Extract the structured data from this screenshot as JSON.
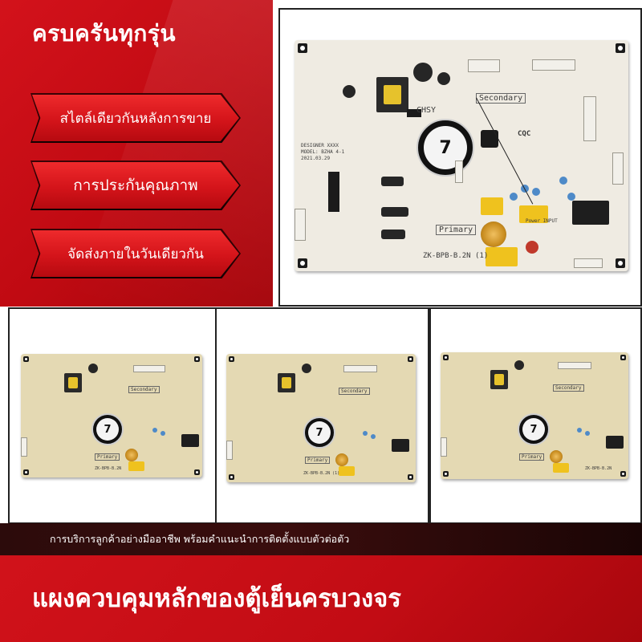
{
  "banner": {
    "title": "ครบครันทุกรุ่น",
    "features": [
      {
        "label": "สไตล์เดียวกันหลังการขาย"
      },
      {
        "label": "การประกันคุณภาพ"
      },
      {
        "label": "จัดส่งภายในวันเดียวกัน"
      }
    ]
  },
  "main_board": {
    "labels": [
      "Secondary",
      "CHSY",
      "Primary",
      "ZK-BPB-B.2N (1)",
      "Power INPUT",
      "DESIGNER XXXX",
      "MODEL: BZHA 4-1",
      "2021.03.29",
      "CQC"
    ],
    "capacitor_number": "7"
  },
  "thumbnails": [
    {
      "labels": [
        "Secondary",
        "Primary",
        "ZK-BPB-B.2N"
      ],
      "capacitor_number": "7"
    },
    {
      "labels": [
        "Secondary",
        "Primary",
        "ZK-BPB-B.2N (1)"
      ],
      "capacitor_number": "7"
    },
    {
      "labels": [
        "Secondary",
        "Primary",
        "ZK-BPB-B.2N"
      ],
      "capacitor_number": "7"
    }
  ],
  "caption": "การบริการลูกค้าอย่างมืออาชีพ พร้อมคำแนะนำการติดตั้งแบบตัวต่อตัว",
  "footer_title": "แผงควบคุมหลักของตู้เย็นครบวงจร",
  "colors": {
    "brand_red": "#c8101a",
    "dark_bar": "#2c0b0b",
    "board_white": "#efebe2",
    "board_tan": "#e4d9b3"
  }
}
